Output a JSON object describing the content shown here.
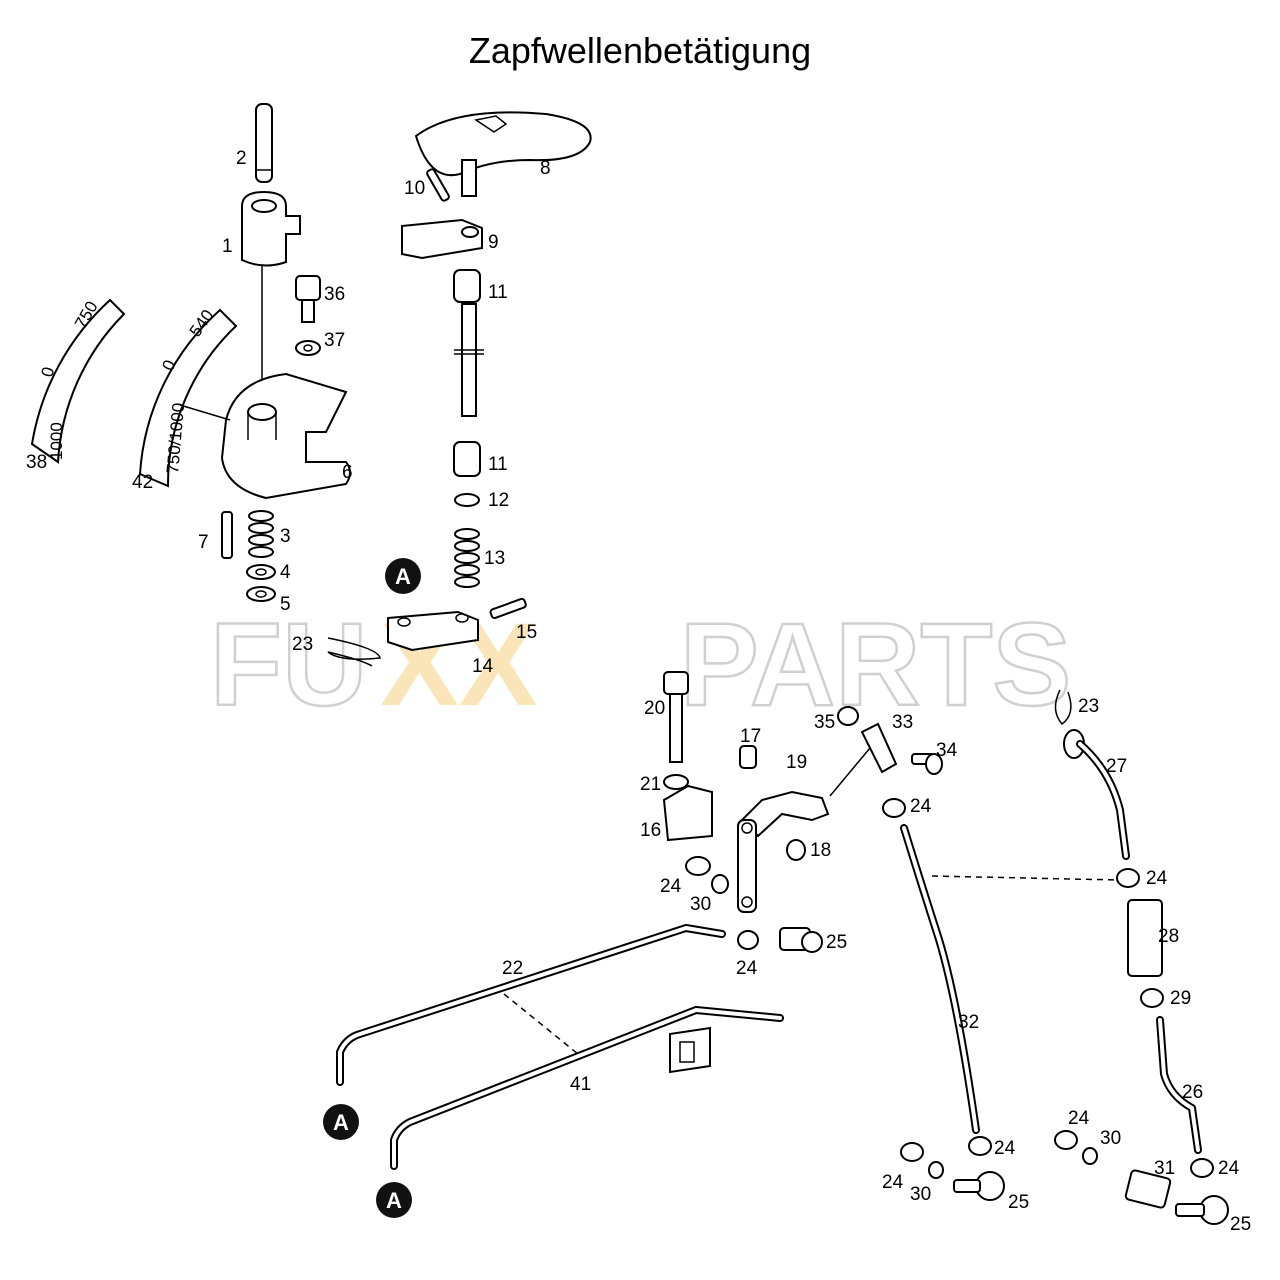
{
  "title": "Zapfwellenbetätigung",
  "watermark": {
    "part1": "FU",
    "part2": "XX",
    "part3": "PARTS",
    "accent": "#f4c766",
    "outline": "#c8c8c8"
  },
  "marker_letter": "A",
  "scales": {
    "left": [
      "750",
      "0",
      "1000"
    ],
    "right": [
      "540",
      "0",
      "750/1000"
    ]
  },
  "callouts": {
    "c2": "2",
    "c1": "1",
    "c8": "8",
    "c10": "10",
    "c9": "9",
    "c11a": "11",
    "c36": "36",
    "c37": "37",
    "c38": "38",
    "c42": "42",
    "c6": "6",
    "c11b": "11",
    "c12": "12",
    "c7": "7",
    "c3": "3",
    "c13": "13",
    "c4": "4",
    "c5": "5",
    "c23a": "23",
    "c15": "15",
    "c14": "14",
    "c20": "20",
    "c35": "35",
    "c33": "33",
    "c23b": "23",
    "c17": "17",
    "c34": "34",
    "c19": "19",
    "c27": "27",
    "c21": "21",
    "c24a": "24",
    "c16": "16",
    "c18": "18",
    "c24b": "24",
    "c24c": "24",
    "c30a": "30",
    "c25a": "25",
    "c24d": "24",
    "c22": "22",
    "c28": "28",
    "c29": "29",
    "c32": "32",
    "c41": "41",
    "c26": "26",
    "c24e": "24",
    "c30b": "30",
    "c31": "31",
    "c24f": "24",
    "c24g": "24",
    "c24h": "24",
    "c30c": "30",
    "c25b": "25",
    "c25c": "25"
  }
}
